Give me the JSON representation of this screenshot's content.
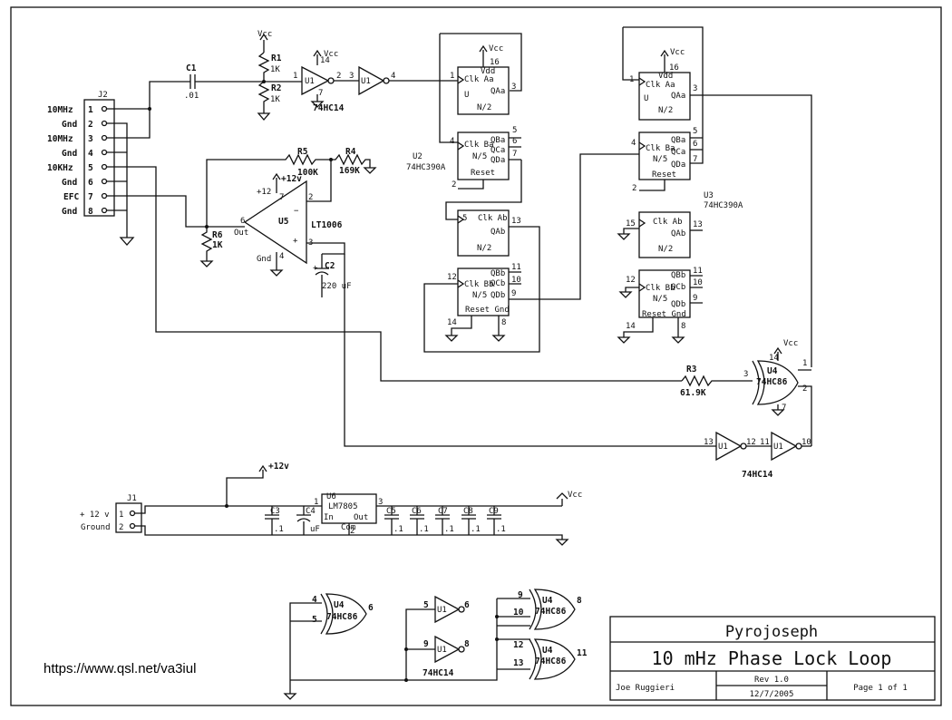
{
  "title_block": {
    "company": "Pyrojoseph",
    "title": "10 mHz Phase Lock Loop",
    "author": "Joe Ruggieri",
    "rev": "Rev 1.0",
    "date": "12/7/2005",
    "page": "Page 1 of 1"
  },
  "url": "https://www.qsl.net/va3iul",
  "connectors": {
    "j2": {
      "ref": "J2",
      "pins": [
        {
          "label": "10MHz",
          "num": "1"
        },
        {
          "label": "Gnd",
          "num": "2"
        },
        {
          "label": "10MHz",
          "num": "3"
        },
        {
          "label": "Gnd",
          "num": "4"
        },
        {
          "label": "10KHz",
          "num": "5"
        },
        {
          "label": "Gnd",
          "num": "6"
        },
        {
          "label": "EFC",
          "num": "7"
        },
        {
          "label": "Gnd",
          "num": "8"
        }
      ]
    },
    "j1": {
      "ref": "J1",
      "pins": [
        {
          "label": "+ 12 v",
          "num": "1"
        },
        {
          "label": "Ground",
          "num": "2"
        }
      ]
    }
  },
  "components": {
    "c1": {
      "ref": "C1",
      "value": ".01"
    },
    "r1": {
      "ref": "R1",
      "value": "1K"
    },
    "r2": {
      "ref": "R2",
      "value": "1K"
    },
    "r3": {
      "ref": "R3",
      "value": "61.9K"
    },
    "r4": {
      "ref": "R4",
      "value": "169K"
    },
    "r5": {
      "ref": "R5",
      "value": "100K"
    },
    "r6": {
      "ref": "R6",
      "value": "1K"
    },
    "c2": {
      "ref": "C2",
      "value": "220 uF"
    },
    "u5": {
      "ref": "U5",
      "part": "LT1006",
      "out": "Out",
      "gnd": "Gnd",
      "p12": "+12"
    },
    "u6": {
      "ref": "U6",
      "part": "LM7805",
      "in": "In",
      "out": "Out",
      "com": "Com"
    },
    "u1": {
      "ref": "U1",
      "part": "74HC14"
    },
    "u2": {
      "ref": "U2",
      "part": "74HC390A"
    },
    "u3": {
      "ref": "U3",
      "part": "74HC390A"
    },
    "u4": {
      "ref": "U4",
      "part": "74HC86"
    },
    "caps": [
      "C3",
      "C4",
      "C5",
      "C6",
      "C7",
      "C8",
      "C9"
    ],
    "cap_vals": [
      ".1",
      "uF",
      ".1",
      ".1",
      ".1",
      ".1",
      ".1"
    ]
  },
  "nets": {
    "vcc": "Vcc",
    "p12v": "+12v"
  },
  "counter_labels": {
    "clka": "Clk Aa",
    "clkb": "Clk Ba",
    "clkab": "Clk Ab",
    "clkbb": "Clk Bb",
    "qaa": "QAa",
    "qba": "QBa",
    "qca": "QCa",
    "qda": "QDa",
    "qab": "QAb",
    "qbb": "QBb",
    "qcb": "QCb",
    "qdb": "QDb",
    "n2": "N/2",
    "n5": "N/5",
    "reset": "Reset",
    "resetgnd": "Reset Gnd",
    "vdd": "Vdd",
    "u": "U"
  }
}
